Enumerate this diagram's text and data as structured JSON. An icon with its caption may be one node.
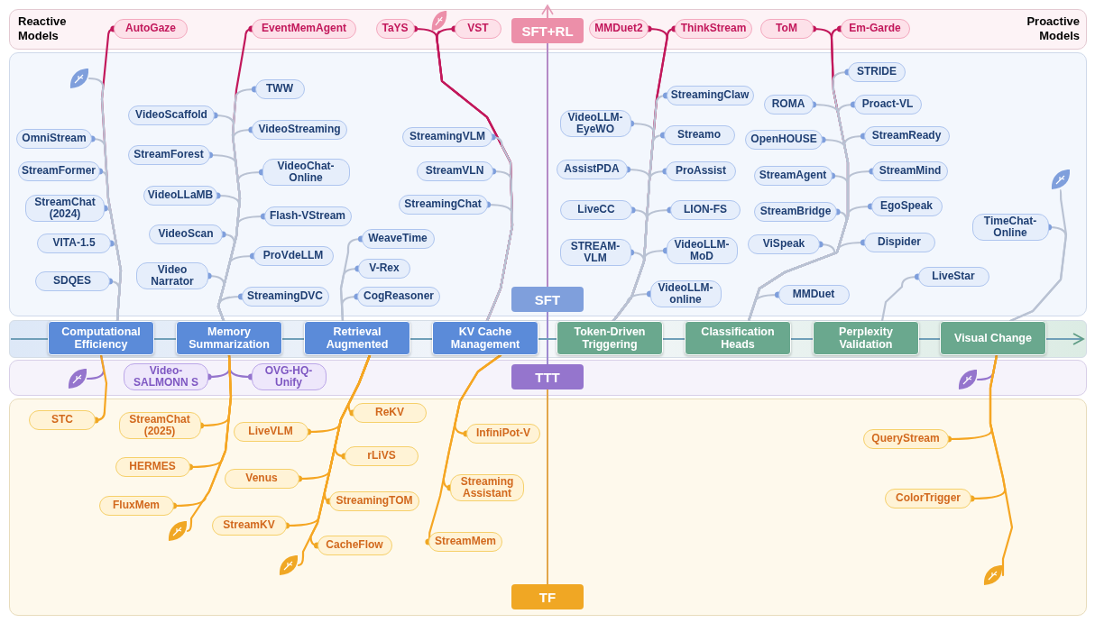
{
  "diagram": {
    "nodes": [
      {
        "text": [
          "SFT+RL"
        ]
      },
      {
        "text": [
          "AutoGaze"
        ],
        "in": 0
      },
      {
        "text": [
          "EventMemAgent"
        ],
        "in": 0
      },
      {
        "text": [
          "TaYS"
        ],
        "in": 0
      },
      {
        "text": [],
        "shape": "leaf",
        "in": 0
      },
      {
        "text": [
          "VST"
        ],
        "in": 0
      },
      {
        "text": [
          "MMDuet2"
        ],
        "in": 0
      },
      {
        "text": [
          "ThinkStream"
        ],
        "in": 0
      },
      {
        "text": [
          "ToM"
        ],
        "in": 0
      },
      {
        "text": [
          "Em-Garde"
        ],
        "in": 0
      },
      {
        "text": [
          "SFT"
        ]
      },
      {
        "text": [],
        "shape": "leaf",
        "in": 10
      },
      {
        "text": [
          "OmniStream"
        ],
        "in": 10
      },
      {
        "text": [
          "StreamFormer"
        ],
        "in": 10
      },
      {
        "text": [
          "StreamChat (2024)"
        ],
        "in": 10
      },
      {
        "text": [
          "VITA-1.5"
        ],
        "in": 10
      },
      {
        "text": [
          "SDQES"
        ],
        "in": 10
      },
      {
        "text": [
          "TWW"
        ],
        "in": 10
      },
      {
        "text": [
          "VideoScaffold"
        ],
        "in": 10
      },
      {
        "text": [
          "VideoStreaming"
        ],
        "in": 10
      },
      {
        "text": [
          "StreamForest"
        ],
        "in": 10
      },
      {
        "text": [
          "VideoChat-Online"
        ],
        "in": 10
      },
      {
        "text": [
          "VideoLLaMB"
        ],
        "in": 10
      },
      {
        "text": [
          "Flash-VStream"
        ],
        "in": 10
      },
      {
        "text": [
          "VideoScan"
        ],
        "in": 10
      },
      {
        "text": [
          "ProVdeLLM"
        ],
        "in": 10
      },
      {
        "text": [
          "Video Narrator"
        ],
        "in": 10
      },
      {
        "text": [
          "StreamingDVC"
        ],
        "in": 10
      },
      {
        "text": [
          "WeaveTime"
        ],
        "in": 10
      },
      {
        "text": [
          "V-Rex"
        ],
        "in": 10
      },
      {
        "text": [
          "CogReasoner"
        ],
        "in": 10
      },
      {
        "text": [
          "StreamingVLM"
        ],
        "in": 10
      },
      {
        "text": [
          "StreamVLN"
        ],
        "in": 10
      },
      {
        "text": [
          "StreamingChat"
        ],
        "in": 10
      },
      {
        "text": [
          "StreamingClaw"
        ],
        "in": 10
      },
      {
        "text": [
          "VideoLLM-EyeWO"
        ],
        "in": 10
      },
      {
        "text": [
          "Streamo"
        ],
        "in": 10
      },
      {
        "text": [
          "AssistPDA"
        ],
        "in": 10
      },
      {
        "text": [
          "ProAssist"
        ],
        "in": 10
      },
      {
        "text": [
          "LiveCC"
        ],
        "in": 10
      },
      {
        "text": [
          "LION-FS"
        ],
        "in": 10
      },
      {
        "text": [
          "STREAM-VLM"
        ],
        "in": 10
      },
      {
        "text": [
          "VideoLLM-MoD"
        ],
        "in": 10
      },
      {
        "text": [
          "VideoLLM-online"
        ],
        "in": 10
      },
      {
        "text": [
          "STRIDE"
        ],
        "in": 10
      },
      {
        "text": [
          "ROMA"
        ],
        "in": 10
      },
      {
        "text": [
          "Proact-VL"
        ],
        "in": 10
      },
      {
        "text": [
          "OpenHOUSE"
        ],
        "in": 10
      },
      {
        "text": [
          "StreamReady"
        ],
        "in": 10
      },
      {
        "text": [
          "StreamAgent"
        ],
        "in": 10
      },
      {
        "text": [
          "StreamMind"
        ],
        "in": 10
      },
      {
        "text": [
          "StreamBridge"
        ],
        "in": 10
      },
      {
        "text": [
          "EgoSpeak"
        ],
        "in": 10
      },
      {
        "text": [
          "ViSpeak"
        ],
        "in": 10
      },
      {
        "text": [
          "Dispider"
        ],
        "in": 10
      },
      {
        "text": [
          "MMDuet"
        ],
        "in": 10
      },
      {
        "text": [
          "LiveStar"
        ],
        "in": 10
      },
      {
        "text": [],
        "shape": "leaf",
        "in": 10
      },
      {
        "text": [
          "TimeChat-Online"
        ],
        "in": 10
      },
      {
        "text": [
          "Computational Efficiency"
        ]
      },
      {
        "text": [
          "Memory Summarization"
        ]
      },
      {
        "text": [
          "Retrieval Augmented"
        ]
      },
      {
        "text": [
          "KV Cache Management"
        ]
      },
      {
        "text": [
          "Token-Driven Triggering"
        ]
      },
      {
        "text": [
          "Classification Heads"
        ]
      },
      {
        "text": [
          "Perplexity Validation"
        ]
      },
      {
        "text": [
          "Visual Change"
        ]
      },
      {
        "text": [
          "TTT"
        ]
      },
      {
        "text": [],
        "shape": "leaf",
        "in": 67
      },
      {
        "text": [
          "Video-SALMONN S"
        ],
        "in": 67
      },
      {
        "text": [
          "OVG-HQ-Unify"
        ],
        "in": 67
      },
      {
        "text": [],
        "shape": "leaf",
        "in": 67
      },
      {
        "text": [
          "TF"
        ]
      },
      {
        "text": [
          "STC"
        ],
        "in": 72
      },
      {
        "text": [
          "StreamChat (2025)"
        ],
        "in": 72
      },
      {
        "text": [
          "HERMES"
        ],
        "in": 72
      },
      {
        "text": [
          "FluxMem"
        ],
        "in": 72
      },
      {
        "text": [],
        "shape": "leaf",
        "in": 72
      },
      {
        "text": [
          "LiveVLM"
        ],
        "in": 72
      },
      {
        "text": [
          "ReKV"
        ],
        "in": 72
      },
      {
        "text": [
          "rLiVS"
        ],
        "in": 72
      },
      {
        "text": [
          "Venus"
        ],
        "in": 72
      },
      {
        "text": [
          "StreamingTOM"
        ],
        "in": 72
      },
      {
        "text": [
          "StreamKV"
        ],
        "in": 72
      },
      {
        "text": [
          "CacheFlow"
        ],
        "in": 72
      },
      {
        "text": [],
        "shape": "leaf",
        "in": 72
      },
      {
        "text": [
          "InfiniPot-V"
        ],
        "in": 72
      },
      {
        "text": [
          "Streaming Assistant"
        ],
        "in": 72
      },
      {
        "text": [
          "StreamMem"
        ],
        "in": 72
      },
      {
        "text": [
          "QueryStream"
        ],
        "in": 72
      },
      {
        "text": [
          "ColorTrigger"
        ],
        "in": 72
      },
      {
        "text": [],
        "shape": "leaf",
        "in": 72
      }
    ],
    "edges": [
      {
        "from": 1,
        "to": 59,
        "arrow": "other",
        "color": "#c2185b"
      },
      {
        "from": 11,
        "to": 59,
        "arrow": "none"
      },
      {
        "from": 12,
        "to": 59,
        "arrow": "other"
      },
      {
        "from": 13,
        "to": 59,
        "arrow": "other"
      },
      {
        "from": 14,
        "to": 59,
        "arrow": "other"
      },
      {
        "from": 15,
        "to": 59,
        "arrow": "other"
      },
      {
        "from": 16,
        "to": 59,
        "arrow": "other"
      },
      {
        "from": 59,
        "to": 68,
        "arrow": "none",
        "color": "#9575cd"
      },
      {
        "from": 59,
        "to": 73,
        "arrow": "other",
        "color": "#f5a623"
      },
      {
        "from": 2,
        "to": 60,
        "arrow": "other",
        "color": "#c2185b"
      },
      {
        "from": 17,
        "to": 60,
        "arrow": "other"
      },
      {
        "from": 18,
        "to": 60,
        "arrow": "other"
      },
      {
        "from": 19,
        "to": 60,
        "arrow": "other"
      },
      {
        "from": 20,
        "to": 60,
        "arrow": "other"
      },
      {
        "from": 21,
        "to": 60,
        "arrow": "other"
      },
      {
        "from": 22,
        "to": 60,
        "arrow": "other"
      },
      {
        "from": 23,
        "to": 60,
        "arrow": "other"
      },
      {
        "from": 24,
        "to": 60,
        "arrow": "other"
      },
      {
        "from": 25,
        "to": 60,
        "arrow": "other"
      },
      {
        "from": 26,
        "to": 60,
        "arrow": "other"
      },
      {
        "from": 27,
        "to": 60,
        "arrow": "other"
      },
      {
        "from": 60,
        "to": 69,
        "arrow": "other",
        "color": "#9575cd"
      },
      {
        "from": 60,
        "to": 70,
        "arrow": "other",
        "color": "#9575cd"
      },
      {
        "from": 60,
        "to": 74,
        "arrow": "other",
        "color": "#f5a623"
      },
      {
        "from": 60,
        "to": 75,
        "arrow": "other",
        "color": "#f5a623"
      },
      {
        "from": 60,
        "to": 76,
        "arrow": "other",
        "color": "#f5a623"
      },
      {
        "from": 60,
        "to": 77,
        "arrow": "none",
        "color": "#f5a623"
      },
      {
        "from": 28,
        "to": 61,
        "arrow": "other"
      },
      {
        "from": 29,
        "to": 61,
        "arrow": "other"
      },
      {
        "from": 30,
        "to": 61,
        "arrow": "other"
      },
      {
        "from": 61,
        "to": 78,
        "arrow": "other",
        "color": "#f5a623"
      },
      {
        "from": 61,
        "to": 79,
        "arrow": "other",
        "color": "#f5a623"
      },
      {
        "from": 61,
        "to": 80,
        "arrow": "other",
        "color": "#f5a623"
      },
      {
        "from": 61,
        "to": 81,
        "arrow": "other",
        "color": "#f5a623"
      },
      {
        "from": 61,
        "to": 82,
        "arrow": "other",
        "color": "#f5a623"
      },
      {
        "from": 61,
        "to": 83,
        "arrow": "other",
        "color": "#f5a623"
      },
      {
        "from": 61,
        "to": 84,
        "arrow": "other",
        "color": "#f5a623"
      },
      {
        "from": 61,
        "to": 85,
        "arrow": "none",
        "color": "#f5a623"
      },
      {
        "from": 3,
        "to": 62,
        "arrow": "other",
        "color": "#c2185b"
      },
      {
        "from": 4,
        "to": 62,
        "arrow": "none",
        "color": "#c2185b"
      },
      {
        "from": 5,
        "to": 62,
        "arrow": "other",
        "color": "#c2185b"
      },
      {
        "from": 31,
        "to": 62,
        "arrow": "other"
      },
      {
        "from": 32,
        "to": 62,
        "arrow": "other"
      },
      {
        "from": 33,
        "to": 62,
        "arrow": "other"
      },
      {
        "from": 62,
        "to": 86,
        "arrow": "other",
        "color": "#f5a623"
      },
      {
        "from": 62,
        "to": 87,
        "arrow": "other",
        "color": "#f5a623"
      },
      {
        "from": 62,
        "to": 88,
        "arrow": "other",
        "color": "#f5a623"
      },
      {
        "from": 6,
        "to": 63,
        "arrow": "other",
        "color": "#c2185b"
      },
      {
        "from": 7,
        "to": 63,
        "arrow": "other",
        "color": "#c2185b"
      },
      {
        "from": 34,
        "to": 63,
        "arrow": "other"
      },
      {
        "from": 35,
        "to": 63,
        "arrow": "other"
      },
      {
        "from": 36,
        "to": 63,
        "arrow": "other"
      },
      {
        "from": 37,
        "to": 63,
        "arrow": "other"
      },
      {
        "from": 38,
        "to": 63,
        "arrow": "other"
      },
      {
        "from": 39,
        "to": 63,
        "arrow": "other"
      },
      {
        "from": 40,
        "to": 63,
        "arrow": "other"
      },
      {
        "from": 41,
        "to": 63,
        "arrow": "other"
      },
      {
        "from": 42,
        "to": 63,
        "arrow": "other"
      },
      {
        "from": 43,
        "to": 63,
        "arrow": "other"
      },
      {
        "from": 8,
        "to": 64,
        "arrow": "other",
        "color": "#c2185b"
      },
      {
        "from": 9,
        "to": 64,
        "arrow": "other",
        "color": "#c2185b"
      },
      {
        "from": 44,
        "to": 64,
        "arrow": "other"
      },
      {
        "from": 45,
        "to": 64,
        "arrow": "other"
      },
      {
        "from": 46,
        "to": 64,
        "arrow": "other"
      },
      {
        "from": 47,
        "to": 64,
        "arrow": "other"
      },
      {
        "from": 48,
        "to": 64,
        "arrow": "other"
      },
      {
        "from": 49,
        "to": 64,
        "arrow": "other"
      },
      {
        "from": 50,
        "to": 64,
        "arrow": "other"
      },
      {
        "from": 51,
        "to": 64,
        "arrow": "other"
      },
      {
        "from": 52,
        "to": 64,
        "arrow": "other"
      },
      {
        "from": 53,
        "to": 64,
        "arrow": "other"
      },
      {
        "from": 54,
        "to": 64,
        "arrow": "other"
      },
      {
        "from": 55,
        "to": 64,
        "arrow": "other"
      },
      {
        "from": 56,
        "to": 65,
        "arrow": "other"
      },
      {
        "from": 57,
        "to": 66,
        "arrow": "none"
      },
      {
        "from": 58,
        "to": 66,
        "arrow": "other"
      },
      {
        "from": 66,
        "to": 71,
        "arrow": "none",
        "color": "#9575cd"
      },
      {
        "from": 66,
        "to": 89,
        "arrow": "other",
        "color": "#f5a623"
      },
      {
        "from": 66,
        "to": 90,
        "arrow": "other",
        "color": "#f5a623"
      },
      {
        "from": 66,
        "to": 91,
        "arrow": "none",
        "color": "#f5a623"
      }
    ],
    "labels": [
      "Reactive Models",
      "Proactive Models"
    ]
  }
}
